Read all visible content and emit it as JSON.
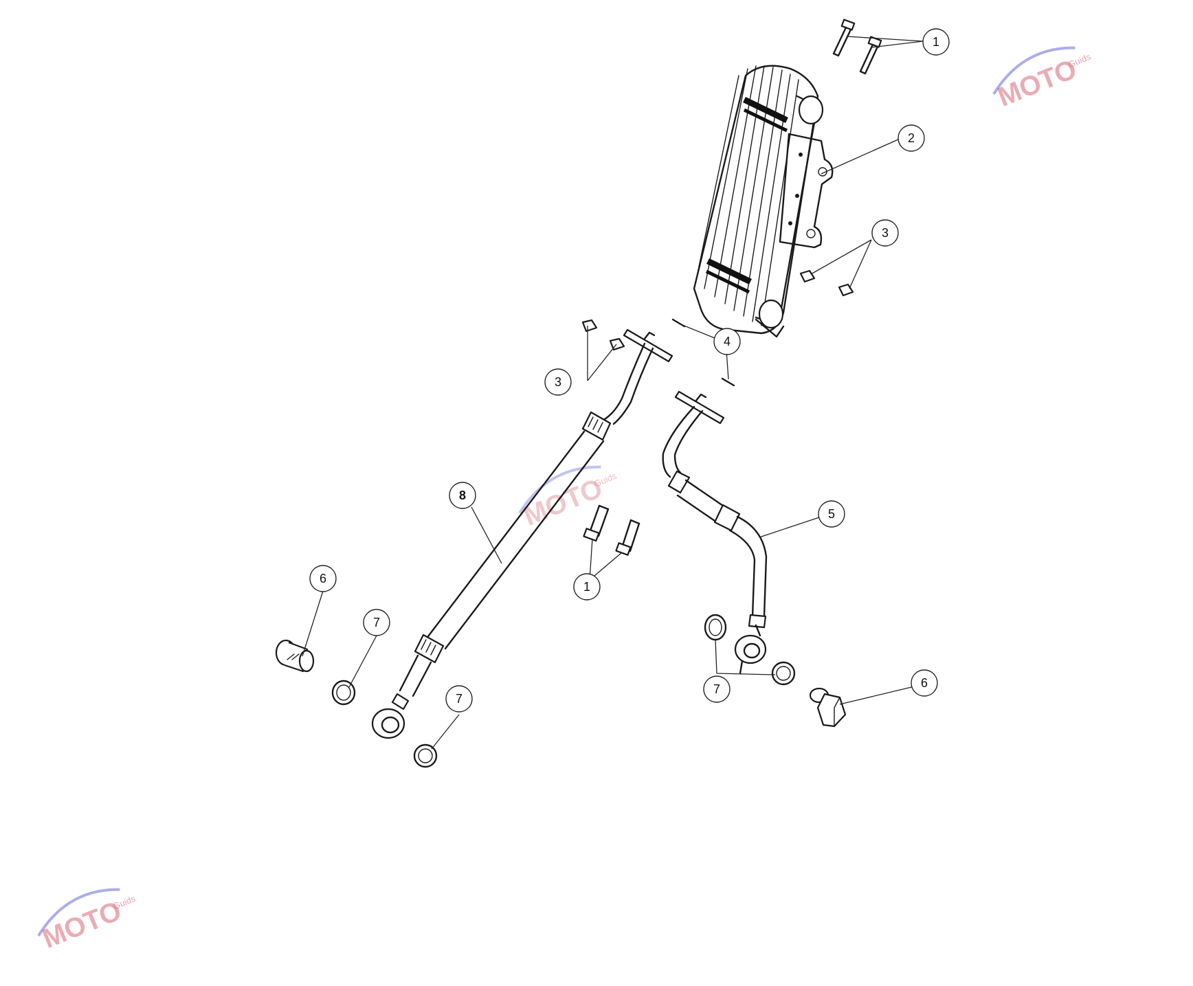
{
  "callouts": [
    {
      "id": "c-1-top",
      "label": "1"
    },
    {
      "id": "c-2",
      "label": "2"
    },
    {
      "id": "c-3-right",
      "label": "3"
    },
    {
      "id": "c-4",
      "label": "4"
    },
    {
      "id": "c-3-left",
      "label": "3"
    },
    {
      "id": "c-8",
      "label": "8"
    },
    {
      "id": "c-5",
      "label": "5"
    },
    {
      "id": "c-1-mid",
      "label": "1"
    },
    {
      "id": "c-6-left",
      "label": "6"
    },
    {
      "id": "c-7-a",
      "label": "7"
    },
    {
      "id": "c-7-b",
      "label": "7"
    },
    {
      "id": "c-7-c",
      "label": "7"
    },
    {
      "id": "c-6-right",
      "label": "6"
    }
  ],
  "watermark": {
    "brand": "MOTO",
    "sub": "Guids",
    "colors": {
      "red": "#d04a5a",
      "blue": "#6a6ad8",
      "grey": "#8a8a8a"
    }
  }
}
